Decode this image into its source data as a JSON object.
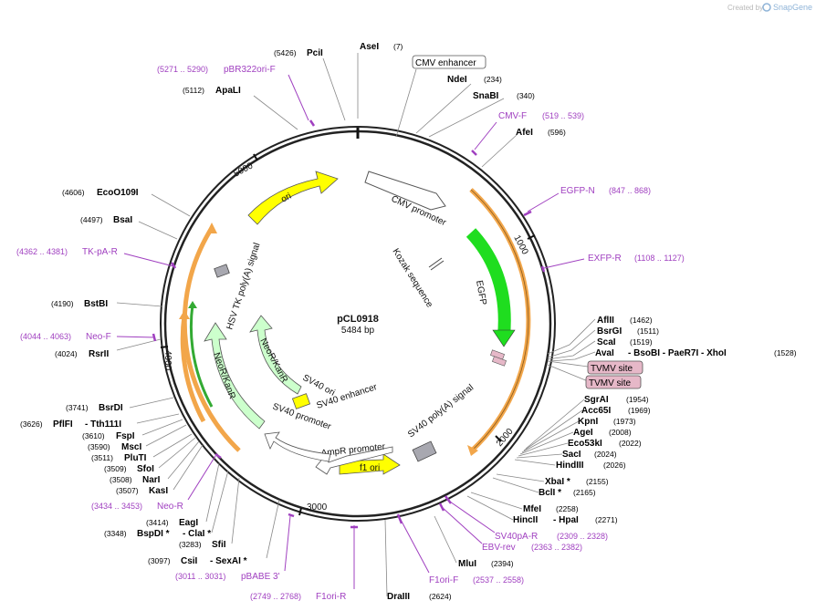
{
  "header": {
    "created_by": "Created by",
    "brand": "SnapGene"
  },
  "plasmid": {
    "name": "pCL0918",
    "size": "5484 bp"
  },
  "colors": {
    "backbone": "#1a1a1a",
    "orange_arrow": "#f2a64a",
    "yellow_feature": "#ffff00",
    "green_feature": "#1fdd1f",
    "light_green_feature": "#ccffcc",
    "site_label": "#000000",
    "primer": "#a040c0",
    "tvmv": "#e6b8c8",
    "grey_box": "#a8a8b0"
  },
  "ticks": {
    "t1000": "1000",
    "t2000": "2000",
    "t3000": "3000",
    "t4000": "4000",
    "t5000": "5000"
  },
  "features": {
    "cmv_promoter": "CMV promoter",
    "kozak": "Kozak sequence",
    "egfp": "EGFP",
    "sv40_polya": "SV40 poly(A) signal",
    "f1_ori": "f1 ori",
    "ampr_promoter": "AmpR promoter",
    "sv40_promoter": "SV40 promoter",
    "sv40_enhancer": "SV40 enhancer",
    "sv40_ori": "SV40 ori",
    "neor_inner": "NeoR/KanR",
    "neor_outer": "NeoR/KanR",
    "hsv_tk": "HSV TK poly(A) signal",
    "ori": "ori",
    "cmv_enhancer": "CMV enhancer",
    "tvmv1": "TVMV site",
    "tvmv2": "TVMV site"
  },
  "sites": {
    "asei": {
      "name": "AseI",
      "pos": "(7)"
    },
    "pcii": {
      "name": "PciI",
      "pos": "(5426)"
    },
    "apali": {
      "name": "ApaLI",
      "pos": "(5112)"
    },
    "ndei": {
      "name": "NdeI",
      "pos": "(234)"
    },
    "snabi": {
      "name": "SnaBI",
      "pos": "(340)"
    },
    "afei": {
      "name": "AfeI",
      "pos": "(596)"
    },
    "eco0109i": {
      "name": "EcoO109I",
      "pos": "(4606)"
    },
    "bsai": {
      "name": "BsaI",
      "pos": "(4497)"
    },
    "bstbi": {
      "name": "BstBI",
      "pos": "(4190)"
    },
    "rsrii": {
      "name": "RsrII",
      "pos": "(4024)"
    },
    "aflii": {
      "name": "AflII",
      "pos": "(1462)"
    },
    "bsrgi": {
      "name": "BsrGI",
      "pos": "(1511)"
    },
    "scai": {
      "name": "ScaI",
      "pos": "(1519)"
    },
    "avai": {
      "name": "AvaI",
      "extra": "- BsoBI   - PaeR7I   - XhoI",
      "pos": "(1528)"
    },
    "sgrai": {
      "name": "SgrAI",
      "pos": "(1954)"
    },
    "acc65i": {
      "name": "Acc65I",
      "pos": "(1969)"
    },
    "kpni": {
      "name": "KpnI",
      "pos": "(1973)"
    },
    "agei": {
      "name": "AgeI",
      "pos": "(2008)"
    },
    "eco53ki": {
      "name": "Eco53kI",
      "pos": "(2022)"
    },
    "saci": {
      "name": "SacI",
      "pos": "(2024)"
    },
    "hindiii": {
      "name": "HindIII",
      "pos": "(2026)"
    },
    "xbai": {
      "name": "XbaI *",
      "pos": "(2155)"
    },
    "bcli": {
      "name": "BclI *",
      "pos": "(2165)"
    },
    "mfei": {
      "name": "MfeI",
      "pos": "(2258)"
    },
    "hincii": {
      "name": "HincII",
      "extra": "- HpaI",
      "pos": "(2271)"
    },
    "mlui": {
      "name": "MluI",
      "pos": "(2394)"
    },
    "draiii": {
      "name": "DraIII",
      "pos": "(2624)"
    },
    "bsrdi": {
      "name": "BsrDI",
      "pos": "(3741)"
    },
    "pflfi": {
      "name": "PflFI",
      "extra": "- Tth111I",
      "pos": "(3626)"
    },
    "fspi": {
      "name": "FspI",
      "pos": "(3610)"
    },
    "msci": {
      "name": "MscI",
      "pos": "(3590)"
    },
    "pluti": {
      "name": "PluTI",
      "pos": "(3511)"
    },
    "sfoi": {
      "name": "SfoI",
      "pos": "(3509)"
    },
    "nari": {
      "name": "NarI",
      "pos": "(3508)"
    },
    "kasi": {
      "name": "KasI",
      "pos": "(3507)"
    },
    "eagi": {
      "name": "EagI",
      "pos": "(3414)"
    },
    "bspdi": {
      "name": "BspDI *",
      "extra": "- ClaI *",
      "pos": "(3348)"
    },
    "sfii": {
      "name": "SfiI",
      "pos": "(3283)"
    },
    "csii": {
      "name": "CsiI",
      "extra": "- SexAI *",
      "pos": "(3097)"
    }
  },
  "primers": {
    "pbr322": {
      "name": "pBR322ori-F",
      "pos": "(5271 .. 5290)"
    },
    "cmvf": {
      "name": "CMV-F",
      "pos": "(519 .. 539)"
    },
    "egfpn": {
      "name": "EGFP-N",
      "pos": "(847 .. 868)"
    },
    "exfpr": {
      "name": "EXFP-R",
      "pos": "(1108 .. 1127)"
    },
    "tkpar": {
      "name": "TK-pA-R",
      "pos": "(4362 .. 4381)"
    },
    "neof": {
      "name": "Neo-F",
      "pos": "(4044 .. 4063)"
    },
    "neor": {
      "name": "Neo-R",
      "pos": "(3434 .. 3453)"
    },
    "pbabe": {
      "name": "pBABE 3'",
      "pos": "(3011 .. 3031)"
    },
    "f1orir": {
      "name": "F1ori-R",
      "pos": "(2749 .. 2768)"
    },
    "f1orif": {
      "name": "F1ori-F",
      "pos": "(2537 .. 2558)"
    },
    "ebvrev": {
      "name": "EBV-rev",
      "pos": "(2363 .. 2382)"
    },
    "sv40par": {
      "name": "SV40pA-R",
      "pos": "(2309 .. 2328)"
    }
  }
}
